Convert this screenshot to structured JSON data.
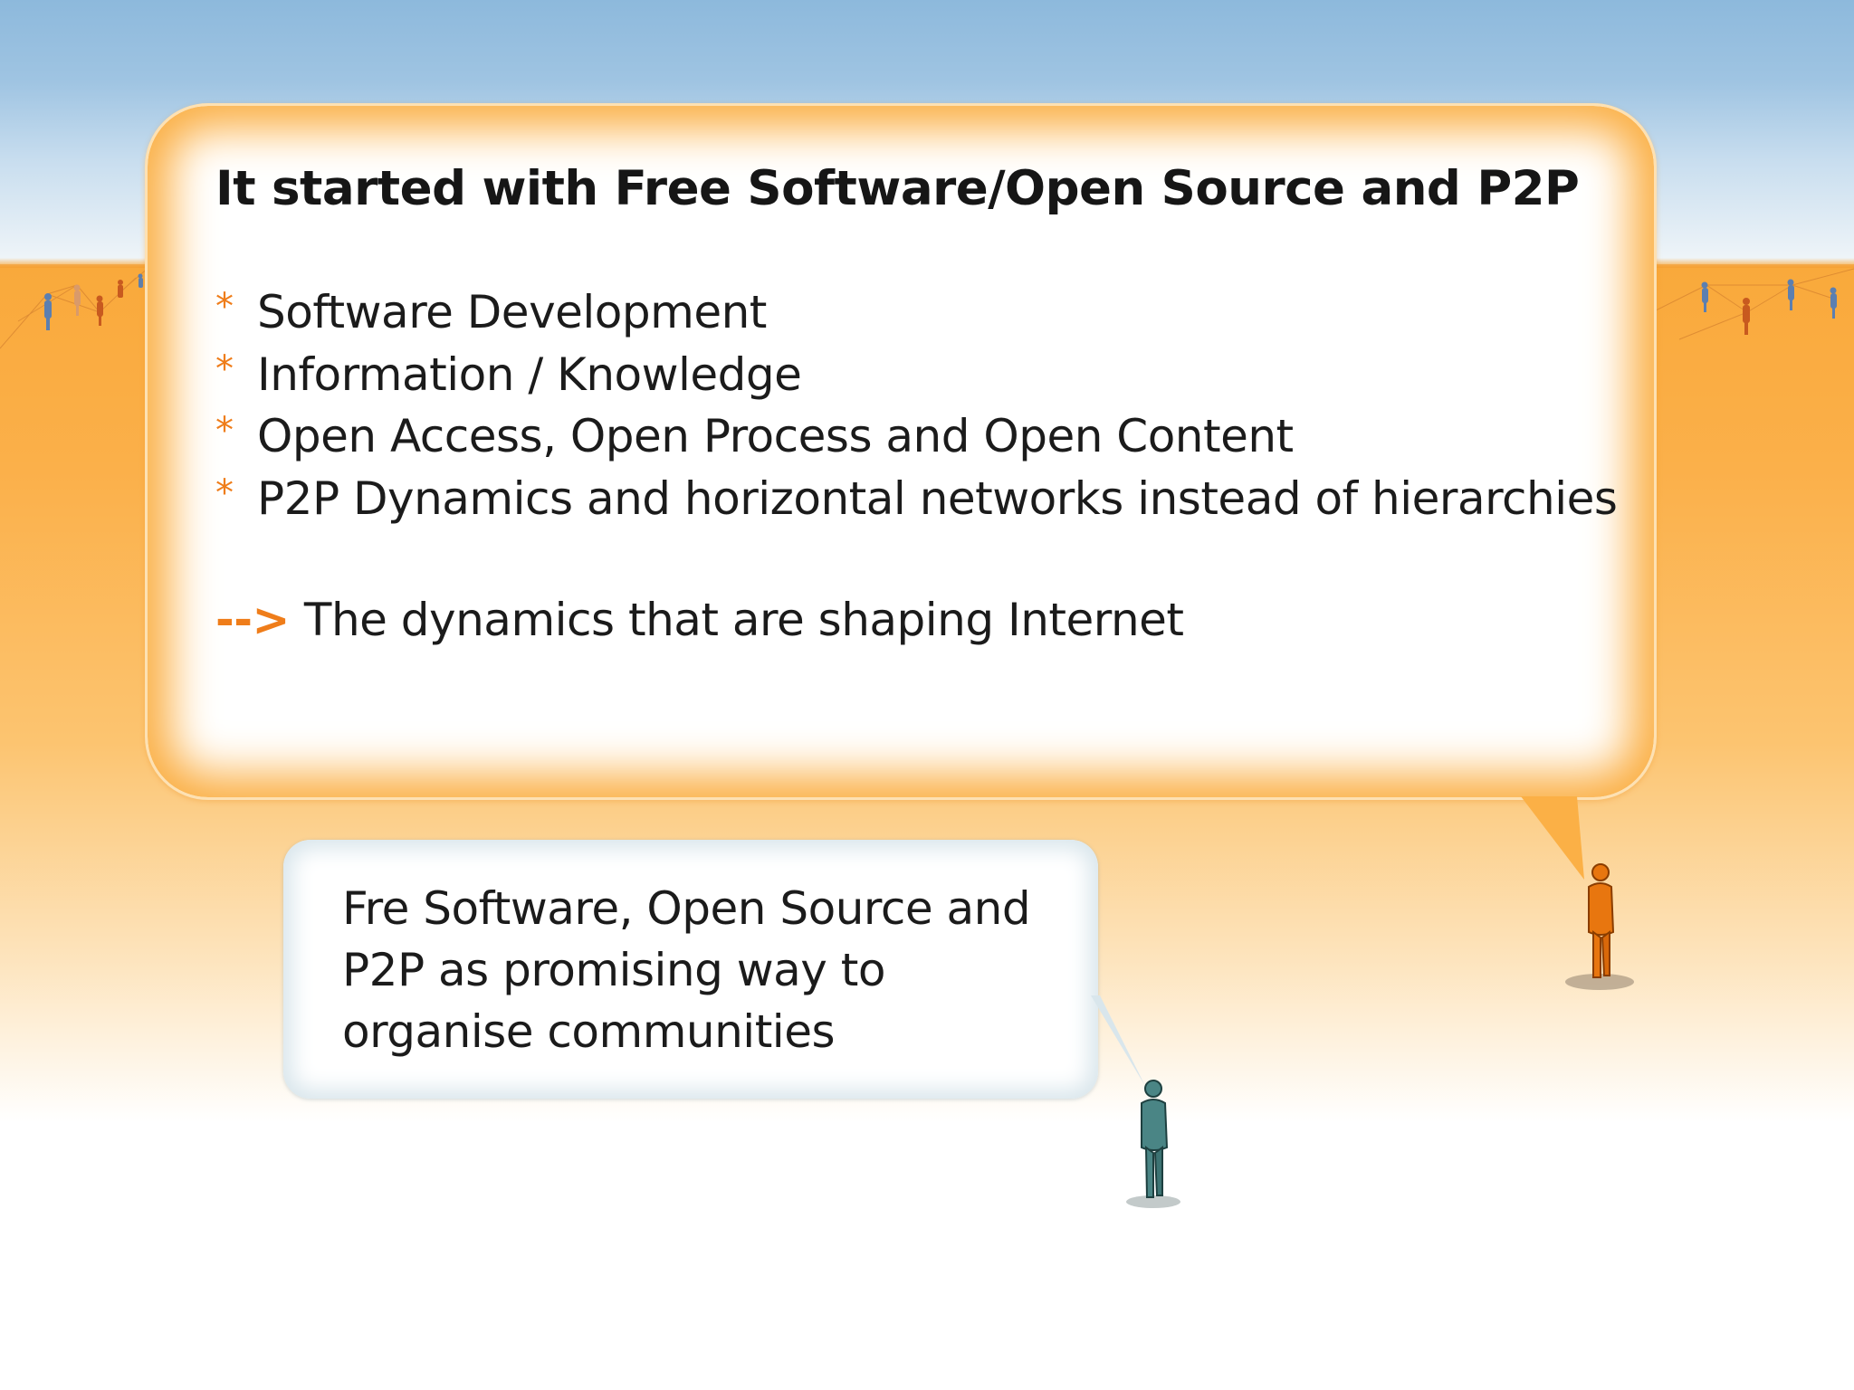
{
  "slide": {
    "heading": "It started with Free Software/Open Source and P2P",
    "bullets": [
      "Software Development",
      "Information / Knowledge",
      "Open Access, Open Process and Open Content",
      "P2P Dynamics and horizontal networks instead of hierarchies"
    ],
    "bullet_marker": "*",
    "conclusion": {
      "arrow": "-->",
      "text": "The dynamics that are shaping Internet"
    },
    "note": "Fre Software, Open Source and P2P as promising way to organise communities"
  },
  "colors": {
    "accent": "#ef7d1a",
    "sky": "#8db9dc",
    "ground": "#f9a93b",
    "figure_orange": "#e8760f",
    "figure_teal": "#4a8585",
    "text": "#1b1b1b"
  },
  "icons": {
    "speaker": "person-figure-icon",
    "listener": "person-figure-icon",
    "background": "network-crowd-icon"
  }
}
